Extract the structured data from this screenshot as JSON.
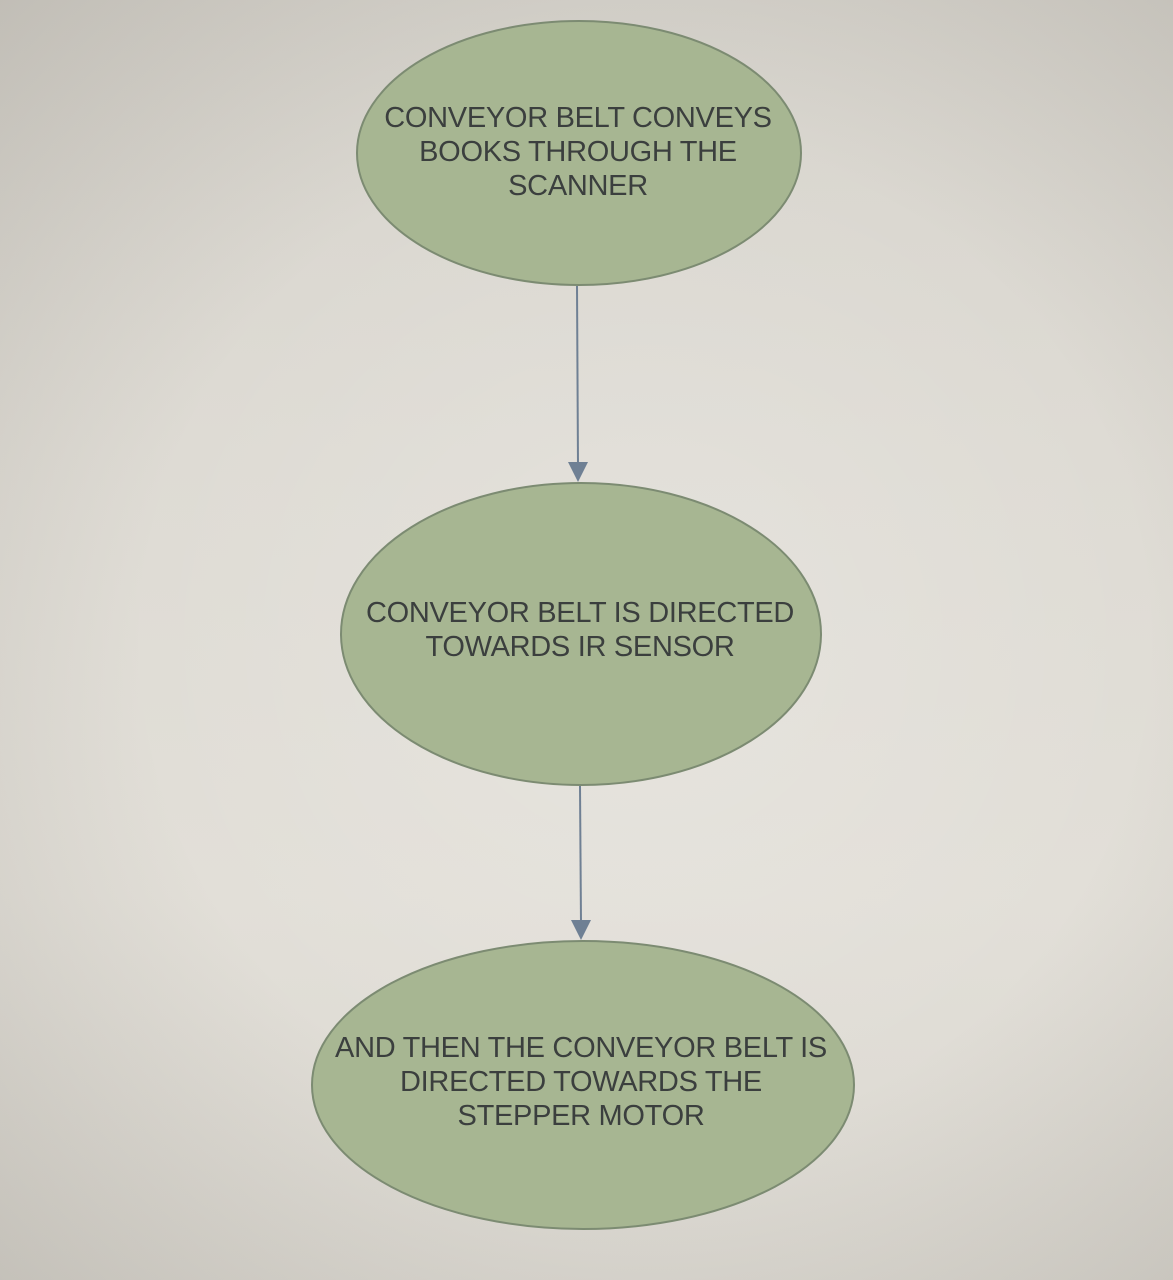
{
  "diagram": {
    "type": "flowchart",
    "nodes": [
      {
        "id": "n1",
        "shape": "ellipse",
        "label": "CONVEYOR BELT CONVEYS BOOKS THROUGH THE SCANNER"
      },
      {
        "id": "n2",
        "shape": "ellipse",
        "label": "CONVEYOR BELT IS DIRECTED TOWARDS IR SENSOR"
      },
      {
        "id": "n3",
        "shape": "ellipse",
        "label": "AND THEN THE CONVEYOR BELT IS DIRECTED TOWARDS THE STEPPER MOTOR"
      }
    ],
    "edges": [
      {
        "from": "n1",
        "to": "n2"
      },
      {
        "from": "n2",
        "to": "n3"
      }
    ],
    "colors": {
      "node_fill": "#a7b692",
      "node_border": "#7c8b72",
      "edge": "#6f8094",
      "text": "#3b3f3e",
      "background": "#dedbd4"
    }
  }
}
